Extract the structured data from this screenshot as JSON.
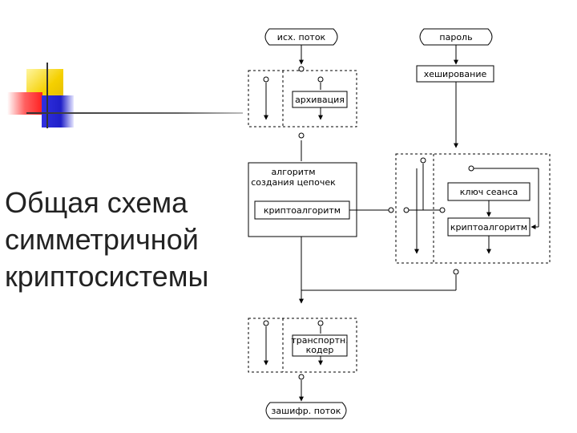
{
  "slide": {
    "title_lines": [
      "Общая схема",
      "симметричной",
      "криптосистемы"
    ]
  },
  "diagram": {
    "nodes": {
      "input_stream": "исх. поток",
      "password": "пароль",
      "hashing": "хеширование",
      "archiving": "архивация",
      "chain_algo_line1": "алгоритм",
      "chain_algo_line2": "создания цепочек",
      "crypto_algo_left": "криптоалгоритм",
      "session_key": "ключ сеанса",
      "crypto_algo_right": "криптоалгоритм",
      "transport_line1": "транспортн.",
      "transport_line2": "кодер",
      "encrypted_stream": "зашифр. поток"
    }
  },
  "colors": {
    "deco_yellow": "#f5d000",
    "deco_red": "#ff3030",
    "deco_blue": "#2b2bd8",
    "line": "#000000"
  }
}
